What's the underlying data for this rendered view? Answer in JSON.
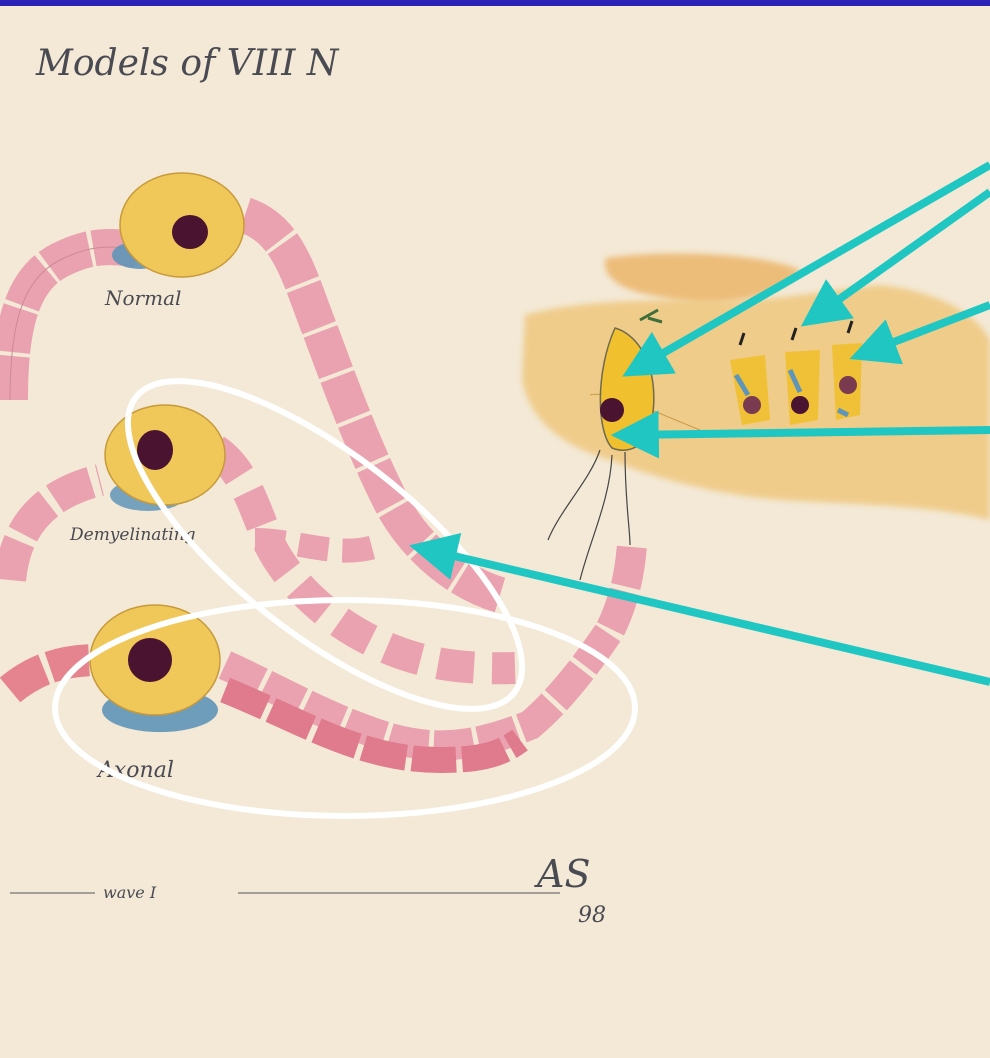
{
  "drawing": {
    "title": "Models of VIII N",
    "labels": {
      "normal": "Normal",
      "demyelinating": "Demyelinating",
      "axonal": "Axonal",
      "wave": "wave I"
    },
    "signature": {
      "initials": "AS",
      "year": "98"
    }
  },
  "colors": {
    "paper": "#f3e9d6",
    "arrow": "#1fc6c2",
    "highlight_ellipse": "#ffffff",
    "myelin": "#eaa2b0",
    "cell_body": "#f0c85a",
    "nucleus": "#4a1330",
    "satellite": "#5f95b8",
    "cochlea_wash": "#eebd63",
    "frame_bar": "#2b22b8"
  },
  "icons": [
    "arrow-icon",
    "ellipse-highlight"
  ]
}
